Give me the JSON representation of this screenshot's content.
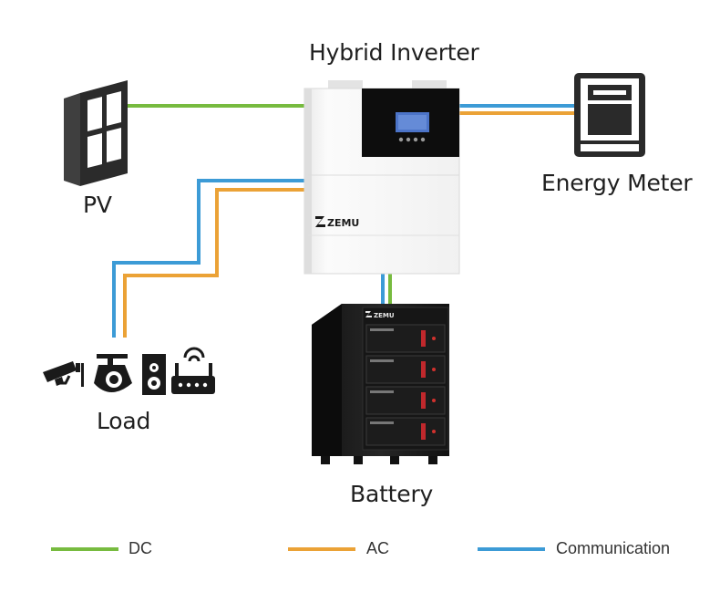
{
  "colors": {
    "dc": "#77bb3f",
    "ac": "#eba236",
    "communication": "#3c9bd6",
    "icon": "#2b2b2b"
  },
  "nodes": {
    "inverter": {
      "label": "Hybrid Inverter",
      "brand": "ZEMU"
    },
    "pv": {
      "label": "PV",
      "icon": "solar-panel-icon"
    },
    "meter": {
      "label": "Energy Meter",
      "icon": "energy-meter-icon"
    },
    "load": {
      "label": "Load",
      "icons": [
        "cctv-camera-icon",
        "ptz-camera-icon",
        "speaker-icon",
        "wifi-router-icon"
      ]
    },
    "battery": {
      "label": "Battery",
      "brand": "ZEMU"
    }
  },
  "legend": [
    {
      "key": "dc",
      "label": "DC"
    },
    {
      "key": "ac",
      "label": "AC"
    },
    {
      "key": "communication",
      "label": "Communication"
    }
  ]
}
